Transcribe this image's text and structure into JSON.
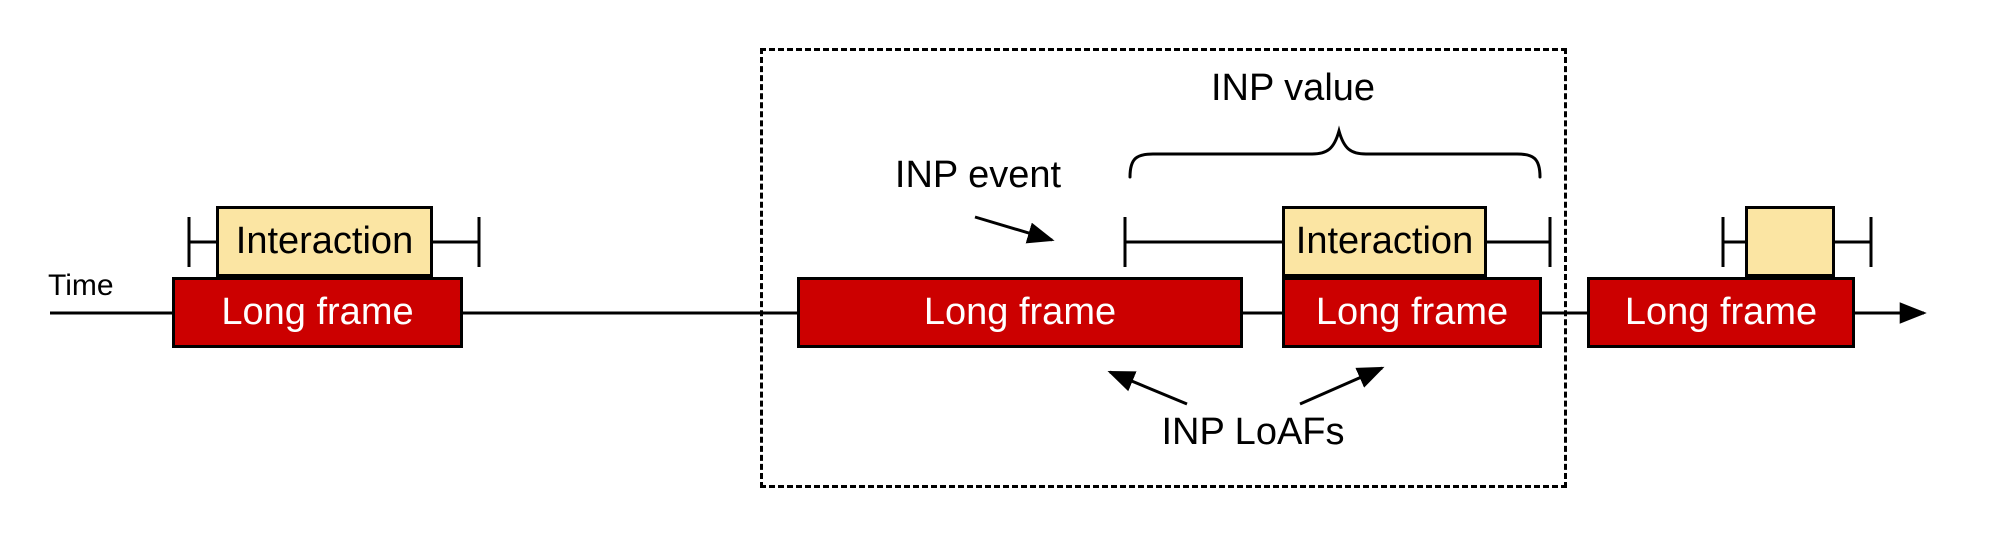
{
  "labels": {
    "time": "Time",
    "inp_event": "INP event",
    "inp_value": "INP value",
    "inp_loafs": "INP LoAFs"
  },
  "frames": [
    {
      "label": "Long frame"
    },
    {
      "label": "Long frame"
    },
    {
      "label": "Long frame"
    },
    {
      "label": "Long frame"
    }
  ],
  "interactions": [
    {
      "label": "Interaction"
    },
    {
      "label": "Interaction"
    },
    {
      "label": ""
    }
  ],
  "colors": {
    "long_frame": "#cc0000",
    "interaction": "#fbe5a3",
    "line": "#000000"
  }
}
